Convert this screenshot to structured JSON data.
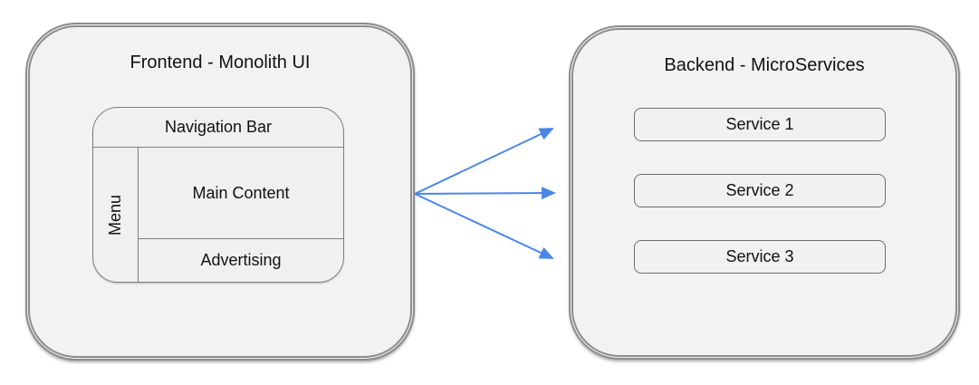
{
  "diagram": {
    "frontend": {
      "title": "Frontend - Monolith UI",
      "mockup": {
        "navbar_label": "Navigation Bar",
        "menu_label": "Menu",
        "main_label": "Main Content",
        "advertising_label": "Advertising"
      }
    },
    "backend": {
      "title": "Backend - MicroServices",
      "services": [
        {
          "label": "Service 1"
        },
        {
          "label": "Service 2"
        },
        {
          "label": "Service 3"
        }
      ]
    },
    "colors": {
      "arrow": "#4a86e8",
      "box_fill": "#f2f2f2",
      "box_border": "#8d8d8d",
      "text": "#111111"
    }
  }
}
